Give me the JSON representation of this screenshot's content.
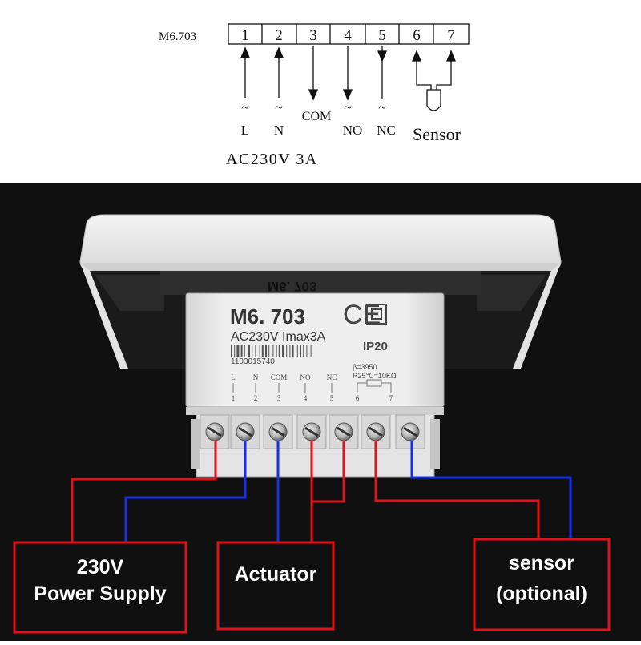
{
  "schematic": {
    "model": "M6.703",
    "terminals": [
      "1",
      "2",
      "3",
      "4",
      "5",
      "6",
      "7"
    ],
    "labels": {
      "l": "L",
      "n": "N",
      "com": "COM",
      "no": "NO",
      "nc": "NC",
      "sensor": "Sensor",
      "rating": "AC230V 3A"
    }
  },
  "device": {
    "model": "M6. 703",
    "rating": "AC230V Imax3A",
    "ce_mark": "CE",
    "ip": "IP20",
    "serial": "1103015740",
    "beta": "β=3950",
    "resistance": "R25℃=10KΩ",
    "back_mark": "M6. 703",
    "terminal_labels": [
      "L",
      "N",
      "COM",
      "NO",
      "NC"
    ],
    "terminal_numbers": [
      "1",
      "2",
      "3",
      "4",
      "5",
      "6",
      "7"
    ]
  },
  "boxes": {
    "power_supply": [
      "230V",
      "Power Supply"
    ],
    "actuator": "Actuator",
    "sensor": [
      "sensor",
      "(optional)"
    ]
  },
  "colors": {
    "phase_wire": "#e0121b",
    "neutral_wire": "#1530e6",
    "box_border": "#e0121b",
    "background": "#101010"
  }
}
